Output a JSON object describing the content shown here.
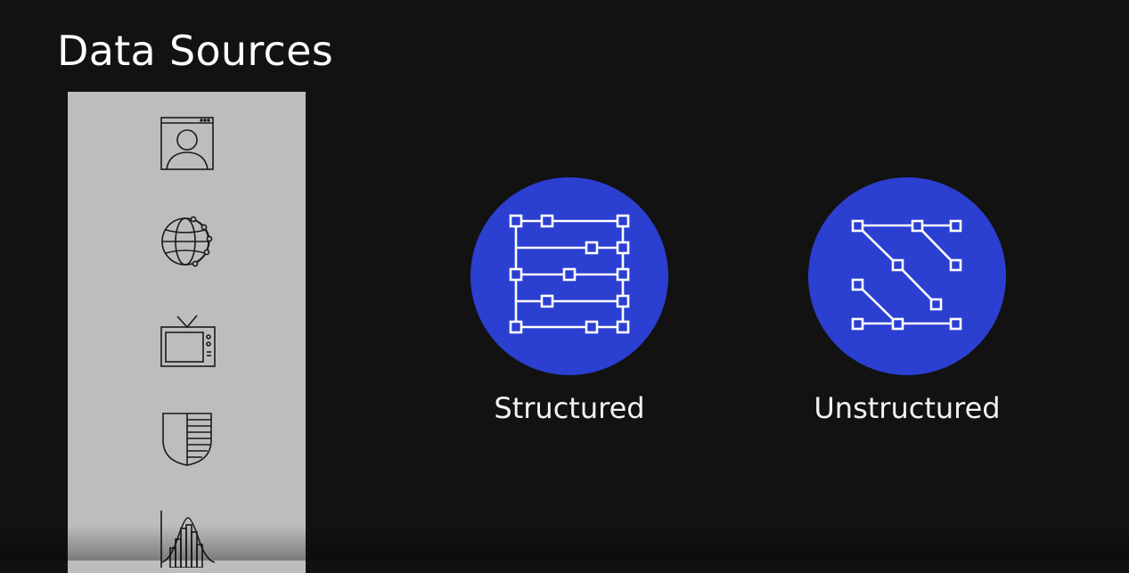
{
  "page": {
    "title": "Data Sources"
  },
  "sources": {
    "icons": [
      "user-profile-icon",
      "globe-network-icon",
      "television-icon",
      "shield-icon",
      "distribution-chart-icon"
    ]
  },
  "categories": [
    {
      "label": "Structured",
      "icon": "structured-data-icon"
    },
    {
      "label": "Unstructured",
      "icon": "unstructured-data-icon"
    }
  ],
  "colors": {
    "background": "#121212",
    "panel": "#bdbdbd",
    "circle": "#2b3fd1",
    "text": "#ffffff"
  }
}
